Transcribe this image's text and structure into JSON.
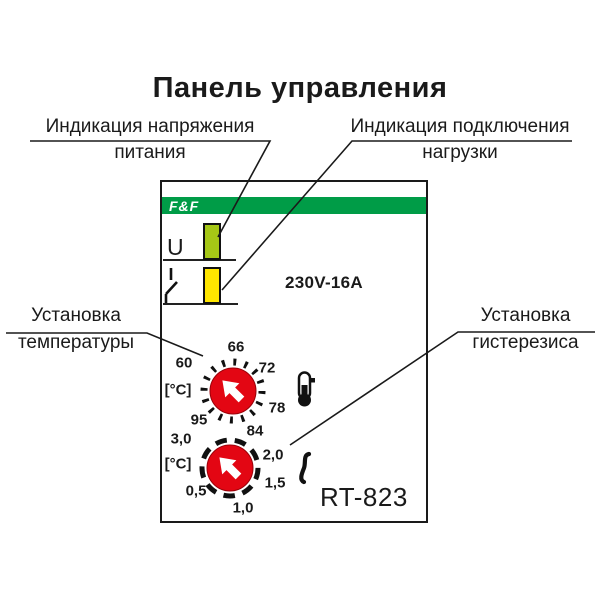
{
  "title": "Панель управления",
  "callouts": {
    "power_indication": {
      "line1": "Индикация напряжения",
      "line2": "питания"
    },
    "load_indication": {
      "line1": "Индикация подключения",
      "line2": "нагрузки"
    },
    "temperature_setting": {
      "line1": "Установка",
      "line2": "температуры"
    },
    "hysteresis_setting": {
      "line1": "Установка",
      "line2": "гистерезиса"
    }
  },
  "device": {
    "brand": "F&F",
    "voltage_symbol": "U",
    "rating": "230V-16A",
    "model": "RT-823",
    "temperature_knob": {
      "unit": "[°C]",
      "scale": [
        "60",
        "66",
        "72",
        "78",
        "84",
        "95"
      ]
    },
    "hysteresis_knob": {
      "unit": "[°C]",
      "scale": [
        "3,0",
        "2,0",
        "1,5",
        "1,0",
        "0,5"
      ]
    }
  },
  "colors": {
    "brand_green": "#009C47",
    "power_led": "#A6C716",
    "load_led": "#FFE600",
    "knob_red": "#E30613",
    "ink": "#1A1A1A"
  }
}
